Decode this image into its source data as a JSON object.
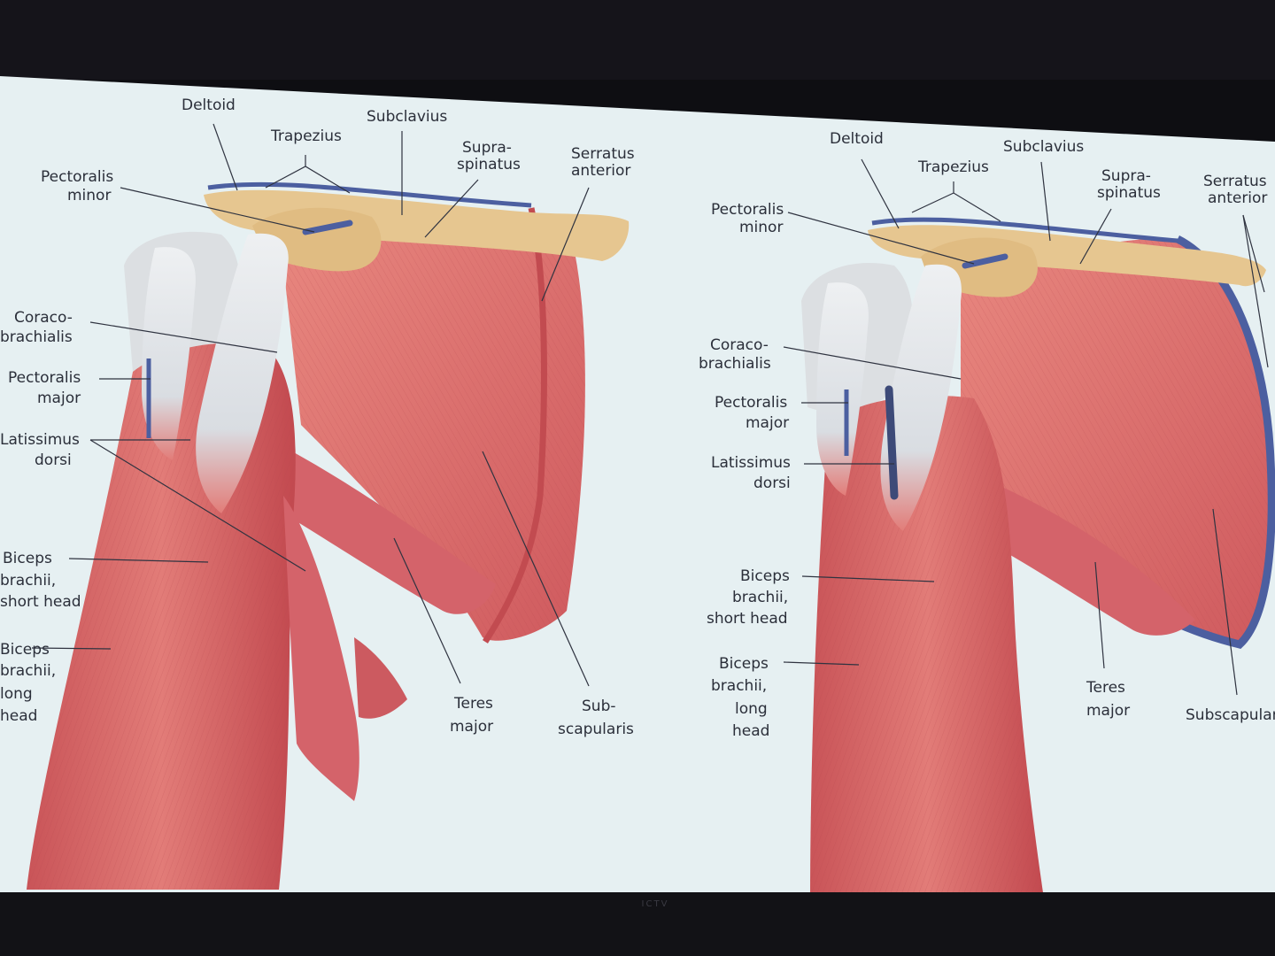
{
  "colors": {
    "slide": "#e8f1f3",
    "muscle": "#d96a6c",
    "muscle_dark": "#b94a4f",
    "tendon": "#dfe1e3",
    "bone": "#e6c690",
    "vessel_blue": "#4c5fa0",
    "label": "#2b2f3a"
  },
  "brand": "ICTV",
  "left_figure": {
    "labels": {
      "deltoid": "Deltoid",
      "trapezius": "Trapezius",
      "subclavius": "Subclavius",
      "supra_1": "Supra-",
      "supra_2": "spinatus",
      "serratus_1": "Serratus",
      "serratus_2": "anterior",
      "pec_minor_1": "Pectoralis",
      "pec_minor_2": "minor",
      "coraco_1": "Coraco-",
      "coraco_2": "brachialis",
      "pec_major_1": "Pectoralis",
      "pec_major_2": "major",
      "lat_1": "Latissimus",
      "lat_2": "dorsi",
      "biceps_short_1": "Biceps",
      "biceps_short_2": "brachii,",
      "biceps_short_3": "short head",
      "biceps_long_1": "Biceps",
      "biceps_long_2": "brachii,",
      "biceps_long_3": "long",
      "biceps_long_4": "head",
      "teres_1": "Teres",
      "teres_2": "major",
      "subscap_1": "Sub-",
      "subscap_2": "scapularis"
    }
  },
  "right_figure": {
    "labels": {
      "deltoid": "Deltoid",
      "trapezius": "Trapezius",
      "subclavius": "Subclavius",
      "supra_1": "Supra-",
      "supra_2": "spinatus",
      "serratus_1": "Serratus",
      "serratus_2": "anterior",
      "pec_minor_1": "Pectoralis",
      "pec_minor_2": "minor",
      "coraco_1": "Coraco-",
      "coraco_2": "brachialis",
      "pec_major_1": "Pectoralis",
      "pec_major_2": "major",
      "lat_1": "Latissimus",
      "lat_2": "dorsi",
      "biceps_short_1": "Biceps",
      "biceps_short_2": "brachii,",
      "biceps_short_3": "short head",
      "biceps_long_1": "Biceps",
      "biceps_long_2": "brachii,",
      "biceps_long_3": "long",
      "biceps_long_4": "head",
      "teres_1": "Teres",
      "teres_2": "major",
      "subscap": "Subscapularis"
    }
  }
}
